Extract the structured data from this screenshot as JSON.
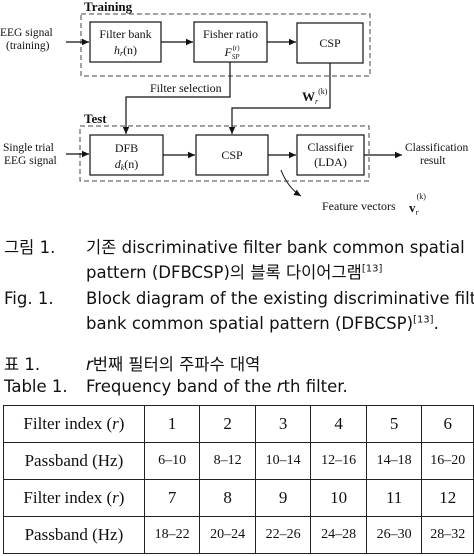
{
  "diagram": {
    "training_label": "Training",
    "test_label": "Test",
    "input_training": [
      "EEG signal",
      "(training)"
    ],
    "input_test": [
      "Single trial",
      "EEG signal"
    ],
    "filter_bank": {
      "line1": "Filter bank",
      "line2_main": "h",
      "line2_sub": "r",
      "line2_tail": "(n)"
    },
    "fisher_ratio": {
      "line1": "Fisher ratio",
      "line2_main": "F",
      "line2_sub": "SP",
      "line2_sup": "(r)"
    },
    "csp_training": "CSP",
    "filter_selection": "Filter selection",
    "weight_label": {
      "main": "W",
      "sub": "r",
      "sup": "(k)"
    },
    "dfb": {
      "line1": "DFB",
      "line2_main": "d",
      "line2_sub": "k",
      "line2_tail": "(n)"
    },
    "csp_test": "CSP",
    "classifier": {
      "line1": "Classifier",
      "line2": "(LDA)"
    },
    "output": [
      "Classification",
      "result"
    ],
    "feature_vectors": {
      "text": "Feature vectors",
      "main": "v",
      "sub": "r",
      "sup": "(k)"
    }
  },
  "caption_fig_ko": {
    "prefix": "그림  1.",
    "line1": "기존  discriminative  filter  bank  common  spatial",
    "line2": "pattern (DFBCSP)의 블록 다이어그램",
    "ref": "[13]"
  },
  "caption_fig_en": {
    "prefix": "Fig.    1.",
    "line1": "Block diagram of the existing discriminative filter",
    "line2": "bank common spatial pattern (DFBCSP)",
    "ref": "[13]",
    "end": "."
  },
  "caption_table_ko": {
    "prefix": "표    1.",
    "italic": "r",
    "text": "번째 필터의 주파수 대역"
  },
  "caption_table_en": {
    "prefix": "Table 1.",
    "text_before": "Frequency band of the ",
    "italic": "r",
    "text_after": "th filter."
  },
  "table": {
    "row_label_index_pre": "Filter index (",
    "row_label_index_var": "r",
    "row_label_index_post": ")",
    "row_label_passband": "Passband (Hz)",
    "indices_1": [
      "1",
      "2",
      "3",
      "4",
      "5",
      "6"
    ],
    "bands_1": [
      "6–10",
      "8–12",
      "10–14",
      "12–16",
      "14–18",
      "16–20"
    ],
    "indices_2": [
      "7",
      "8",
      "9",
      "10",
      "11",
      "12"
    ],
    "bands_2": [
      "18–22",
      "20–24",
      "22–26",
      "24–28",
      "26–30",
      "28–32"
    ]
  }
}
